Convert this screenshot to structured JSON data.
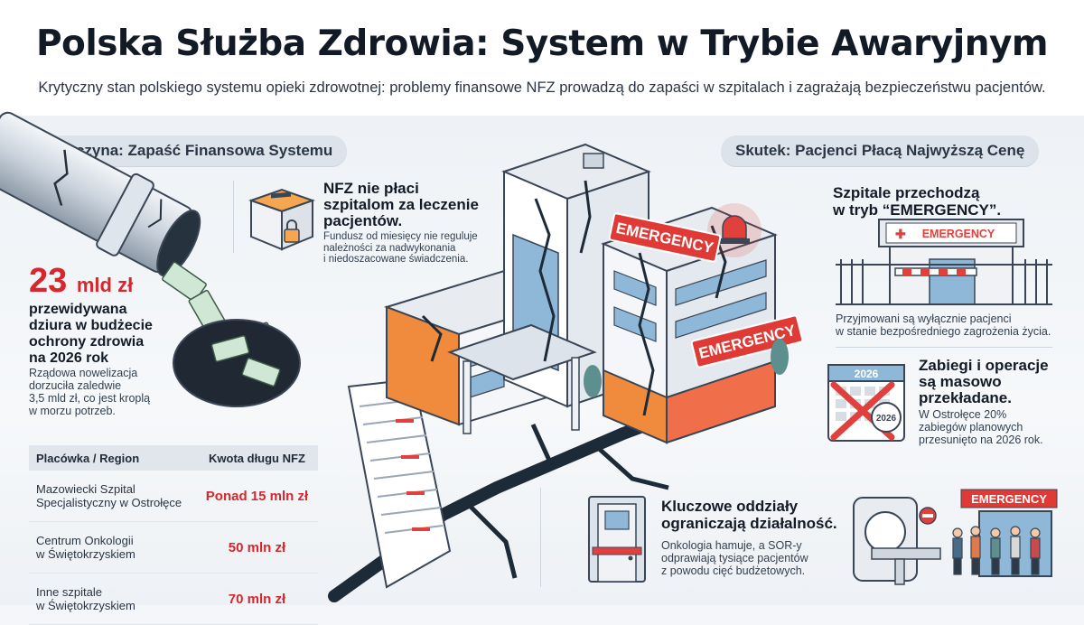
{
  "header": {
    "title": "Polska Służba Zdrowia: System w Trybie Awaryjnym",
    "subtitle": "Krytyczny stan polskiego systemu opieki zdrowotnej: problemy finansowe NFZ prowadzą do zapaści w szpitalach i zagrażają bezpieczeństwu pacjentów."
  },
  "cause": {
    "pill": "Przyczyna: Zapaść Finansowa Systemu",
    "stat_value": "23",
    "stat_unit": "mld zł",
    "stat_desc": [
      "przewidywana",
      "dziura w budżecie",
      "ochrony zdrowia",
      "na 2026 rok"
    ],
    "stat_note": [
      "Rządowa nowelizacja",
      "dorzuciła zaledwie",
      "3,5 mld zł, co jest kroplą",
      "w morzu potrzeb."
    ],
    "nfz_title": [
      "NFZ nie płaci",
      "szpitalom za leczenie",
      "pacjentów."
    ],
    "nfz_desc": [
      "Fundusz od miesięcy nie reguluje",
      "należności za nadwykonania",
      "i niedoszacowane świadczenia."
    ],
    "table": {
      "headers": [
        "Placówka / Region",
        "Kwota długu NFZ"
      ],
      "rows": [
        {
          "place": [
            "Mazowiecki Szpital",
            "Specjalistyczny w Ostrołęce"
          ],
          "amount": "Ponad 15 mln zł"
        },
        {
          "place": [
            "Centrum Onkologii",
            "w Świętokrzyskiem"
          ],
          "amount": "50 mln zł"
        },
        {
          "place": [
            "Inne szpitale",
            "w Świętokrzyskiem"
          ],
          "amount": "70 mln zł"
        }
      ]
    }
  },
  "building_signs": {
    "sign1": "EMERGENCY",
    "sign2": "EMERGENCY"
  },
  "effect": {
    "pill": "Skutek: Pacjenci Płacą Najwyższą Cenę",
    "emergency_title": [
      "Szpitale przechodzą",
      "w tryb “EMERGENCY”."
    ],
    "emergency_sign": "EMERGENCY",
    "emergency_desc": [
      "Przyjmowani są wyłącznie pacjenci",
      "w stanie bezpośredniego zagrożenia życia."
    ],
    "calendar_year_top": "2026",
    "calendar_year_tag": "2026",
    "surgery_title": [
      "Zabiegi i operacje",
      "są masowo",
      "przekładane."
    ],
    "surgery_desc": [
      "W Ostrołęce 20%",
      "zabiegów planowych",
      "przesunięto na 2026 rok."
    ],
    "wards_title": [
      "Kluczowe oddziały",
      "ograniczają działalność."
    ],
    "wards_desc": [
      "Onkologia hamuje, a SOR-y",
      "odprawiają tysiące pacjentów",
      "z powodu cięć budżetowych."
    ],
    "queue_sign": "EMERGENCY"
  },
  "colors": {
    "accent_red": "#d8262c",
    "sign_red": "#e03a36",
    "orange": "#f08a3c",
    "navy": "#1f3a57"
  }
}
